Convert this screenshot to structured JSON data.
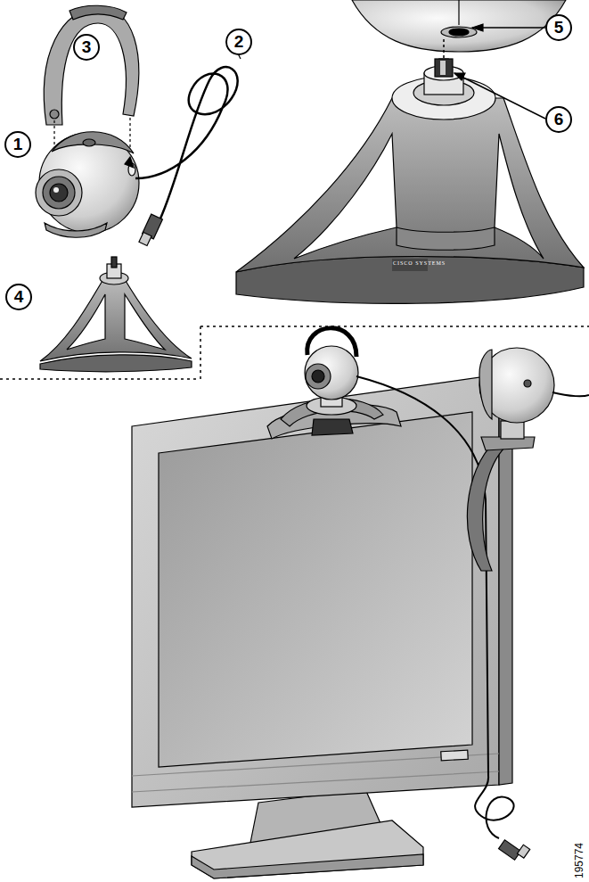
{
  "diagram": {
    "labels": [
      "1",
      "2",
      "3",
      "4",
      "5",
      "6",
      "CISCO SYSTEMS",
      "195774"
    ]
  }
}
